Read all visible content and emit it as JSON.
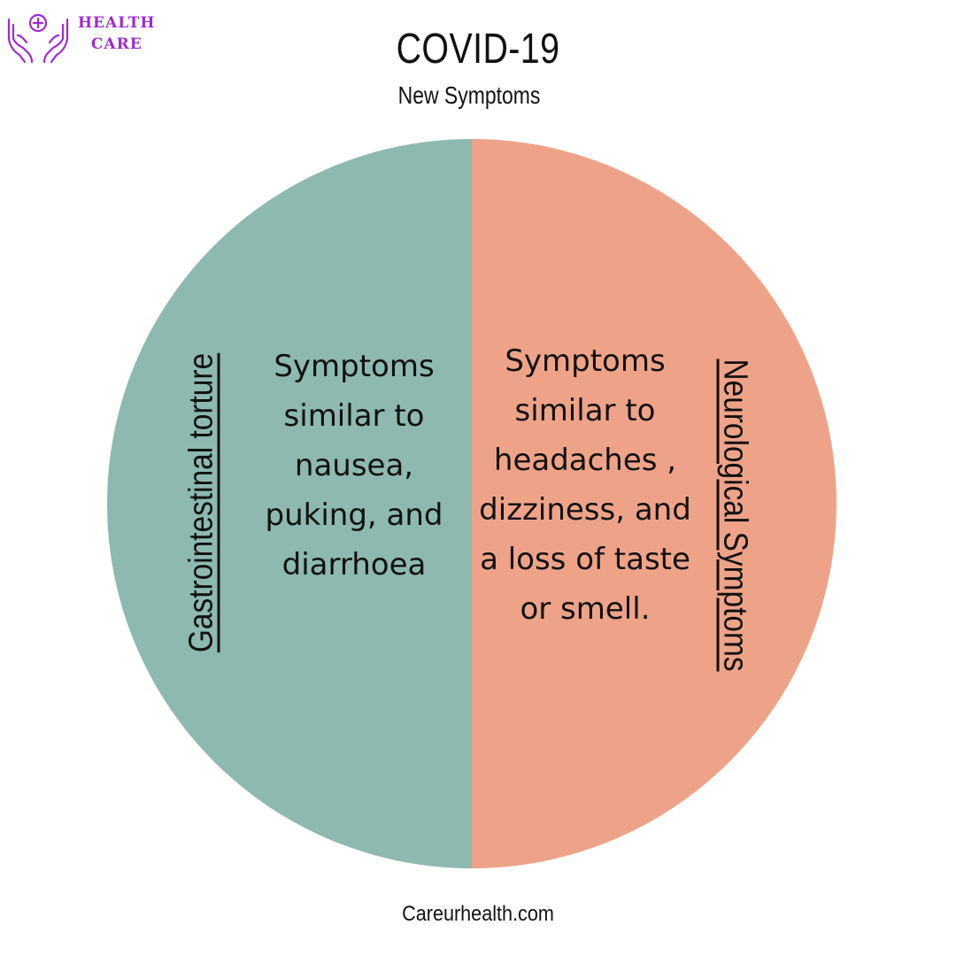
{
  "logo": {
    "line1": "HEALTH",
    "line2": "CARE",
    "icon": "hands-holding-cross-icon",
    "color": "#a02ad4"
  },
  "title": "COVID-19",
  "subtitle": "New Symptoms",
  "left_panel": {
    "label": "Gastrointestinal torture",
    "text": "Symptoms similar to nausea, puking, and diarrhoea",
    "color": "#8db9b0"
  },
  "right_panel": {
    "label": "Neurological Symptoms",
    "text": "Symptoms similar to headaches , dizziness, and a loss of taste or smell.",
    "color": "#eea388"
  },
  "footer": "Careurhealth.com"
}
